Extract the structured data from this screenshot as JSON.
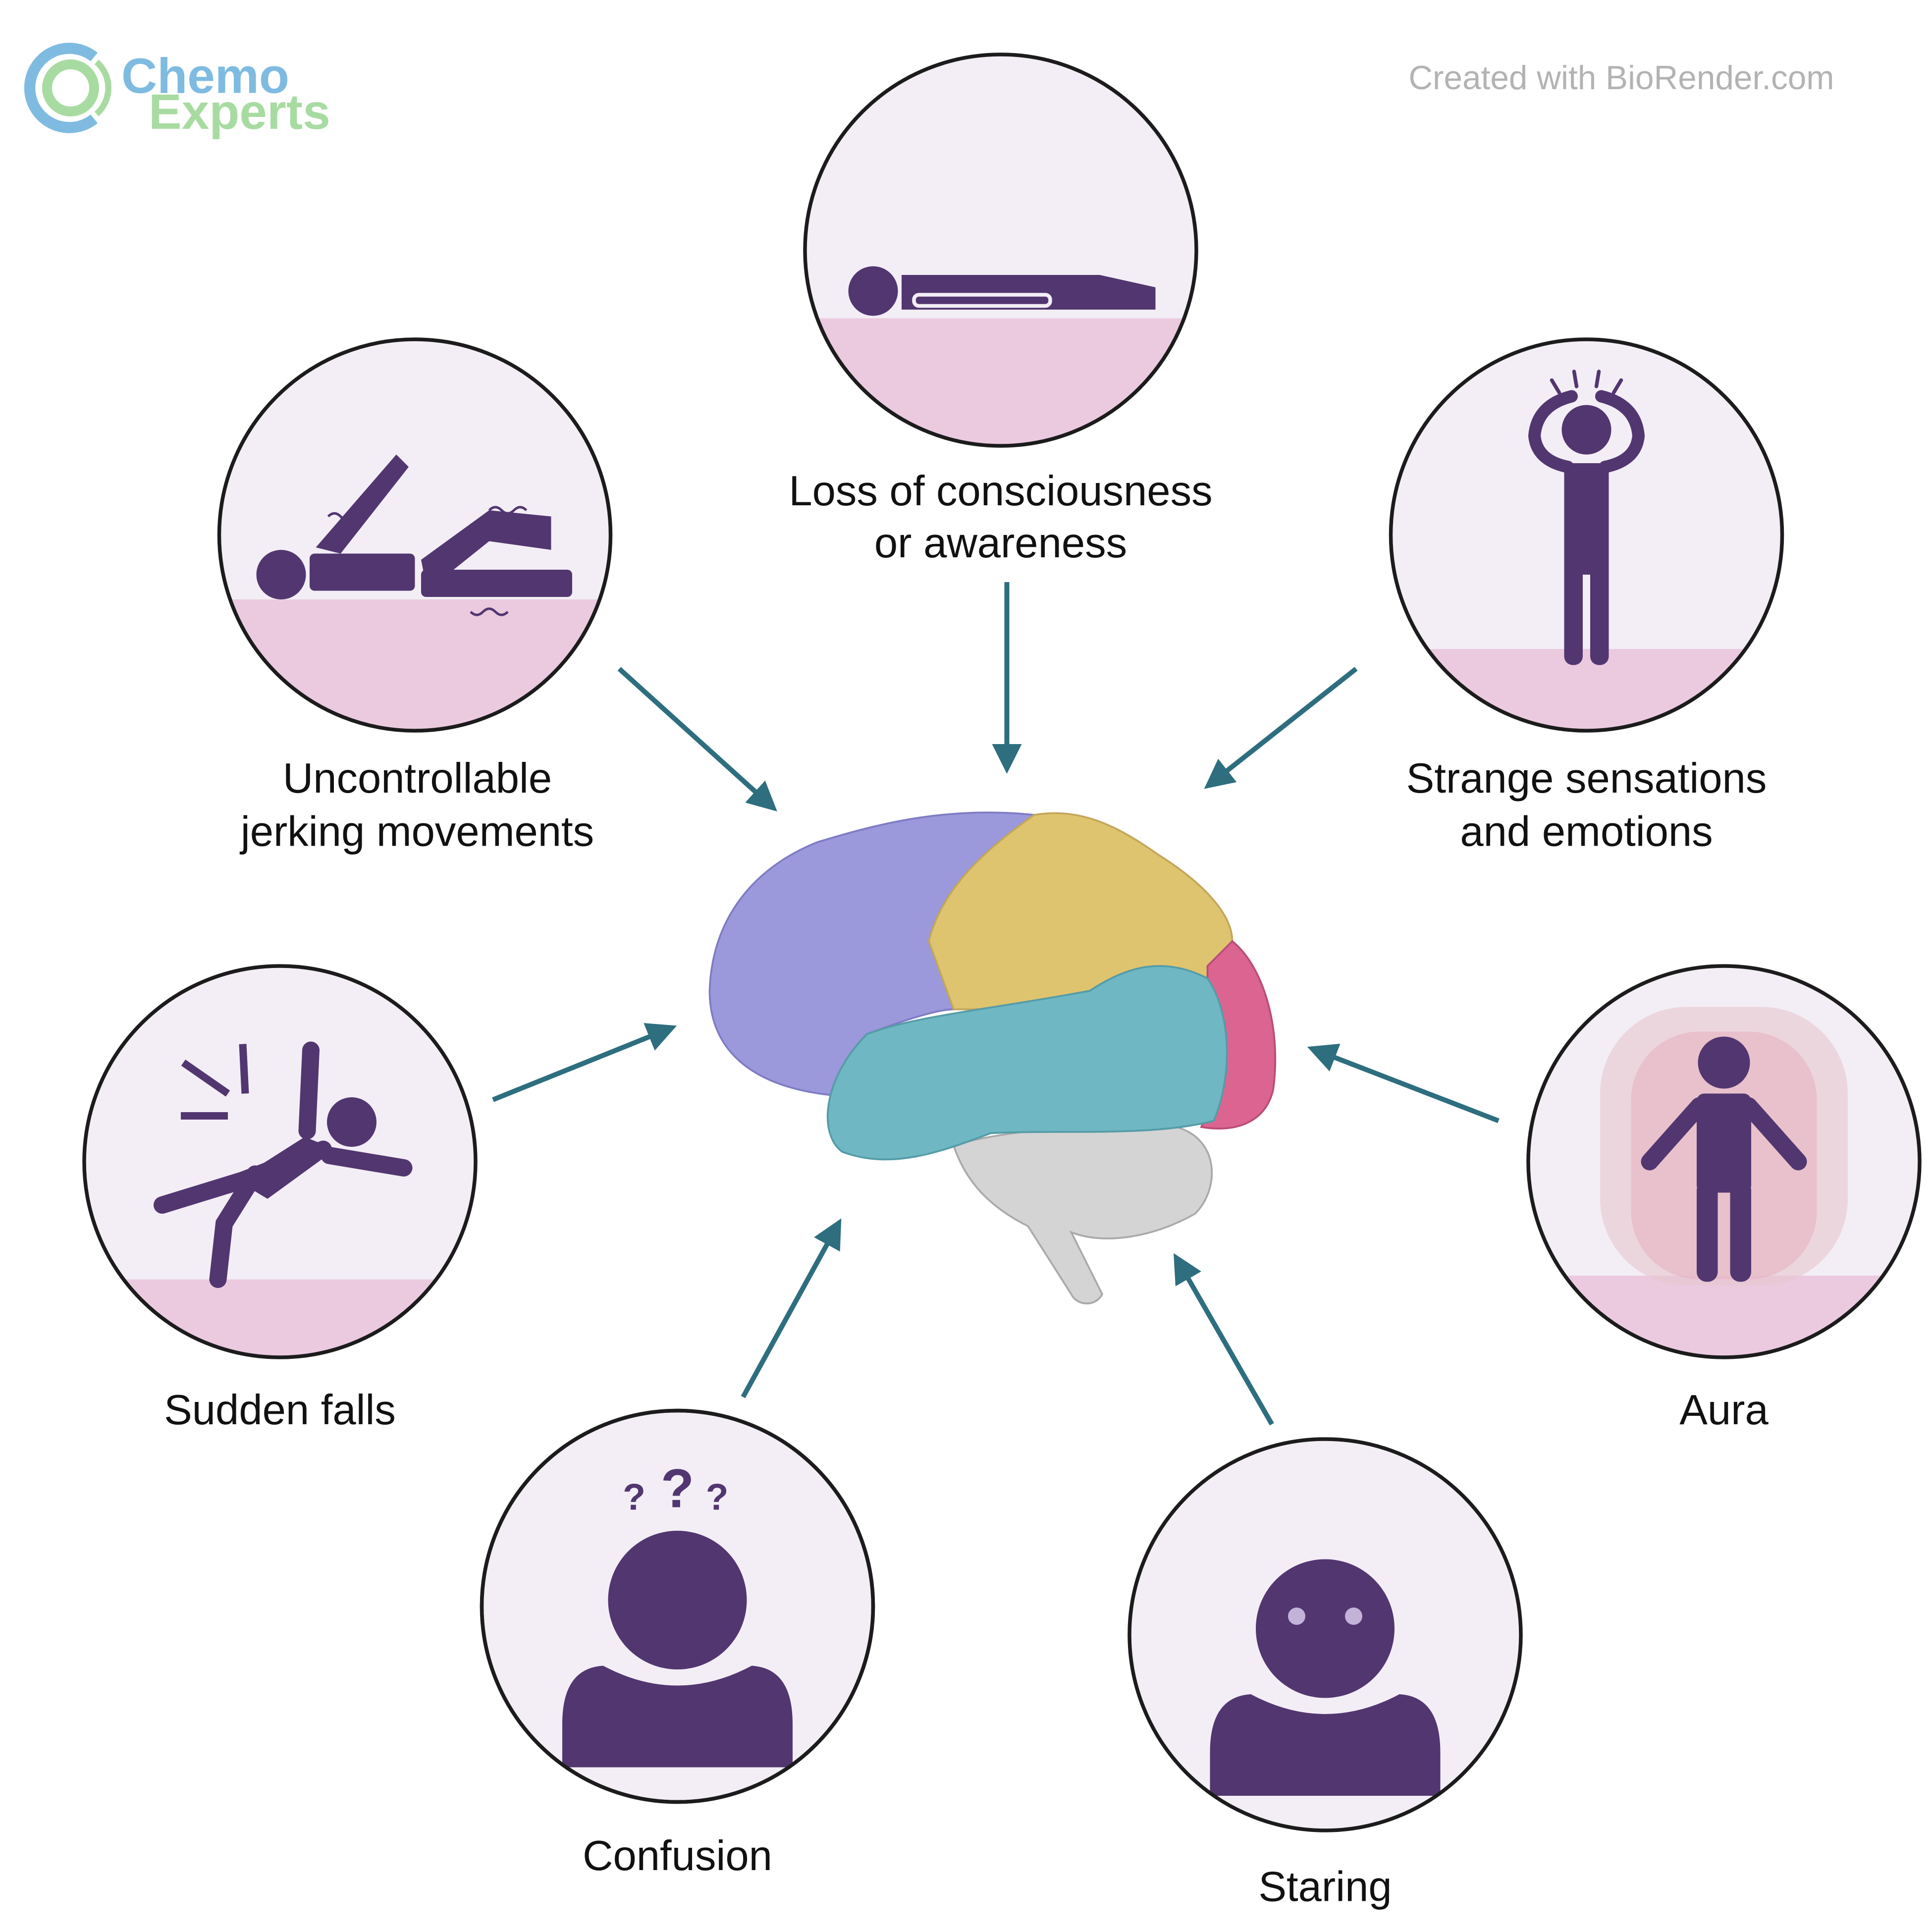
{
  "logo": {
    "line1": "Chemo",
    "line2": "Experts"
  },
  "credit": "Created with BioRender.com",
  "symptoms": {
    "loss": {
      "line1": "Loss of consciousness",
      "line2": "or awareness"
    },
    "jerking": {
      "line1": "Uncontrollable",
      "line2": "jerking movements"
    },
    "strange": {
      "line1": "Strange sensations",
      "line2": "and emotions"
    },
    "falls": {
      "line1": "Sudden falls"
    },
    "aura": {
      "line1": "Aura"
    },
    "confusion": {
      "line1": "Confusion"
    },
    "staring": {
      "line1": "Staring"
    }
  },
  "colors": {
    "icon": "#523670",
    "arrow": "#2e6e7e",
    "ground": "#ebcae0",
    "frontal": "#9b98dc",
    "parietal": "#dfc470",
    "temporal": "#6fb8c3",
    "occipital": "#db6590",
    "cerebellum": "#cfcfcf"
  }
}
